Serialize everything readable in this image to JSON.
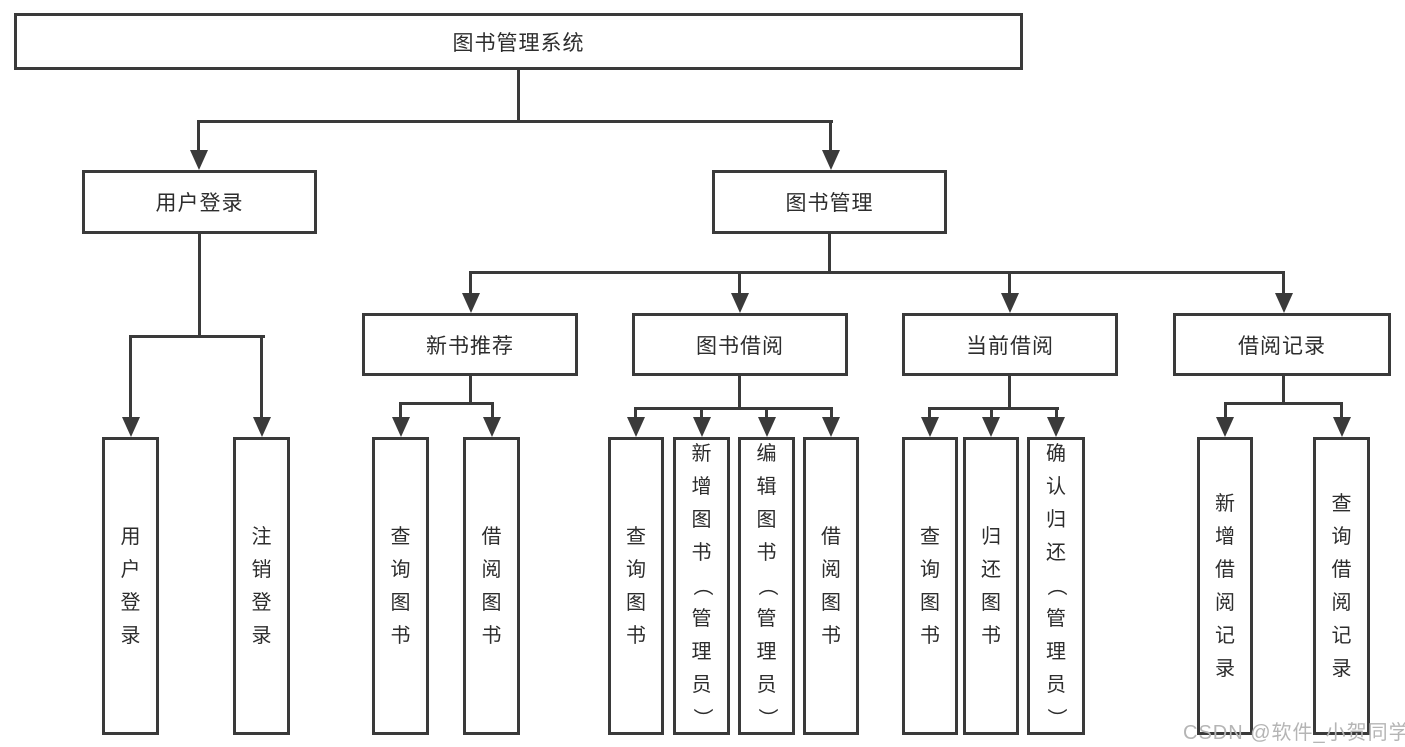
{
  "tree": {
    "root": "图书管理系统",
    "branches": [
      {
        "label": "用户登录",
        "children": [
          "用户登录",
          "注销登录"
        ]
      },
      {
        "label": "图书管理",
        "groups": [
          {
            "label": "新书推荐",
            "children": [
              "查询图书",
              "借阅图书"
            ]
          },
          {
            "label": "图书借阅",
            "children": [
              "查询图书",
              "新增图书（管理员）",
              "编辑图书（管理员）",
              "借阅图书"
            ]
          },
          {
            "label": "当前借阅",
            "children": [
              "查询图书",
              "归还图书",
              "确认归还（管理员）"
            ]
          },
          {
            "label": "借阅记录",
            "children": [
              "新增借阅记录",
              "查询借阅记录"
            ]
          }
        ]
      }
    ]
  },
  "watermark": "CSDN @软件_小贺同学",
  "colors": {
    "line": "#3a3a3a",
    "text": "#2d2d2d",
    "background": "#ffffff",
    "watermark": "#b5b5b5"
  }
}
